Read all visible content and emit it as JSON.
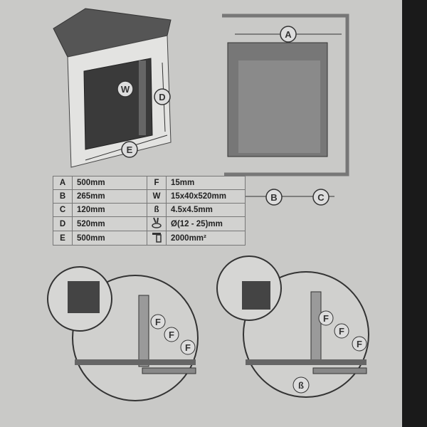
{
  "spec_table": {
    "rows": [
      {
        "key1": "A",
        "val1": "500mm",
        "key2": "F",
        "val2": "15mm"
      },
      {
        "key1": "B",
        "val1": "265mm",
        "key2": "W",
        "val2": "15x40x520mm"
      },
      {
        "key1": "C",
        "val1": "120mm",
        "key2": "ß",
        "val2": "4.5x4.5mm"
      },
      {
        "key1": "D",
        "val1": "520mm",
        "key2": "",
        "val2": "Ø(12 - 25)mm",
        "icon2": "hose-clamp-icon"
      },
      {
        "key1": "E",
        "val1": "500mm",
        "key2": "",
        "val2": "2000mm²",
        "icon2": "vent-pipe-icon"
      }
    ]
  },
  "diagram_labels": {
    "niche_w": "W",
    "niche_d": "D",
    "niche_e": "E",
    "side_a": "A",
    "side_b": "B",
    "side_c": "C",
    "f": "F",
    "beta": "ß"
  }
}
